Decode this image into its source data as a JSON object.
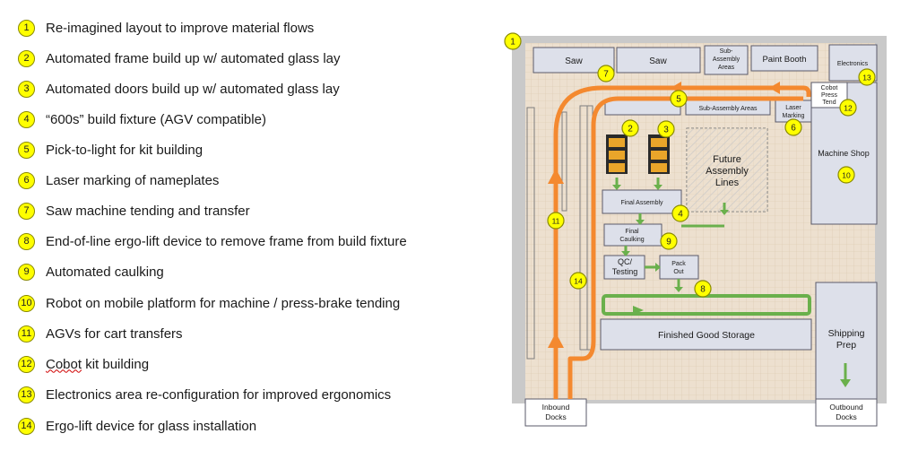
{
  "legend": [
    {
      "num": "1",
      "pre": "",
      "squiggle": "",
      "text": "Re-imagined layout to improve material flows"
    },
    {
      "num": "2",
      "pre": "",
      "squiggle": "",
      "text": "Automated frame build up w/ automated glass lay"
    },
    {
      "num": "3",
      "pre": "",
      "squiggle": "",
      "text": "Automated doors build up w/ automated glass lay"
    },
    {
      "num": "4",
      "pre": "",
      "squiggle": "",
      "text": "“600s” build fixture (AGV compatible)"
    },
    {
      "num": "5",
      "pre": "",
      "squiggle": "",
      "text": "Pick-to-light for kit building"
    },
    {
      "num": "6",
      "pre": "",
      "squiggle": "",
      "text": "Laser marking of nameplates"
    },
    {
      "num": "7",
      "pre": "",
      "squiggle": "",
      "text": "Saw machine tending and transfer"
    },
    {
      "num": "8",
      "pre": "",
      "squiggle": "",
      "text": "End-of-line ergo-lift device to remove frame from build fixture"
    },
    {
      "num": "9",
      "pre": "",
      "squiggle": "",
      "text": "Automated caulking"
    },
    {
      "num": "10",
      "pre": "",
      "squiggle": "",
      "text": "Robot on mobile platform for machine / press-brake tending"
    },
    {
      "num": "11",
      "pre": "",
      "squiggle": "",
      "text": "AGVs for cart transfers"
    },
    {
      "num": "12",
      "pre": "",
      "squiggle": "Cobot",
      "text": " kit building"
    },
    {
      "num": "13",
      "pre": "",
      "squiggle": "",
      "text": "Electronics area re-configuration for improved ergonomics"
    },
    {
      "num": "14",
      "pre": "",
      "squiggle": "",
      "text": "Ergo-lift device for glass installation"
    }
  ],
  "plan": {
    "saw_1": "Saw",
    "saw_2": "Saw",
    "sub_assembly_top": [
      "Sub-",
      "Assembly",
      "Areas"
    ],
    "paint_booth": "Paint Booth",
    "electronics": "Electronics",
    "sub_assembly_mid": "Sub-Assembly Areas",
    "laser_marking": [
      "Laser",
      "Marking"
    ],
    "cobot_press_tend": [
      "Cobot",
      "Press",
      "Tend"
    ],
    "machine_shop": "Machine Shop",
    "future_assembly": [
      "Future",
      "Assembly",
      "Lines"
    ],
    "final_assembly": "Final Assembly",
    "final_caulking": [
      "Final",
      "Caulking"
    ],
    "qc_testing": [
      "QC/",
      "Testing"
    ],
    "pack_out": [
      "Pack",
      "Out"
    ],
    "finished_goods": "Finished Good Storage",
    "shipping_prep": [
      "Shipping",
      "Prep"
    ],
    "inbound_docks": [
      "Inbound",
      "Docks"
    ],
    "outbound_docks": [
      "Outbound",
      "Docks"
    ],
    "badges": [
      "1",
      "2",
      "3",
      "4",
      "5",
      "6",
      "7",
      "8",
      "9",
      "10",
      "11",
      "12",
      "13",
      "14"
    ]
  },
  "colors": {
    "badge_fill": "#ffff00",
    "agv_route": "#f4892f",
    "flow_arrow": "#6ab04c",
    "floor": "#ede0cf",
    "block": "#dde0ea"
  }
}
